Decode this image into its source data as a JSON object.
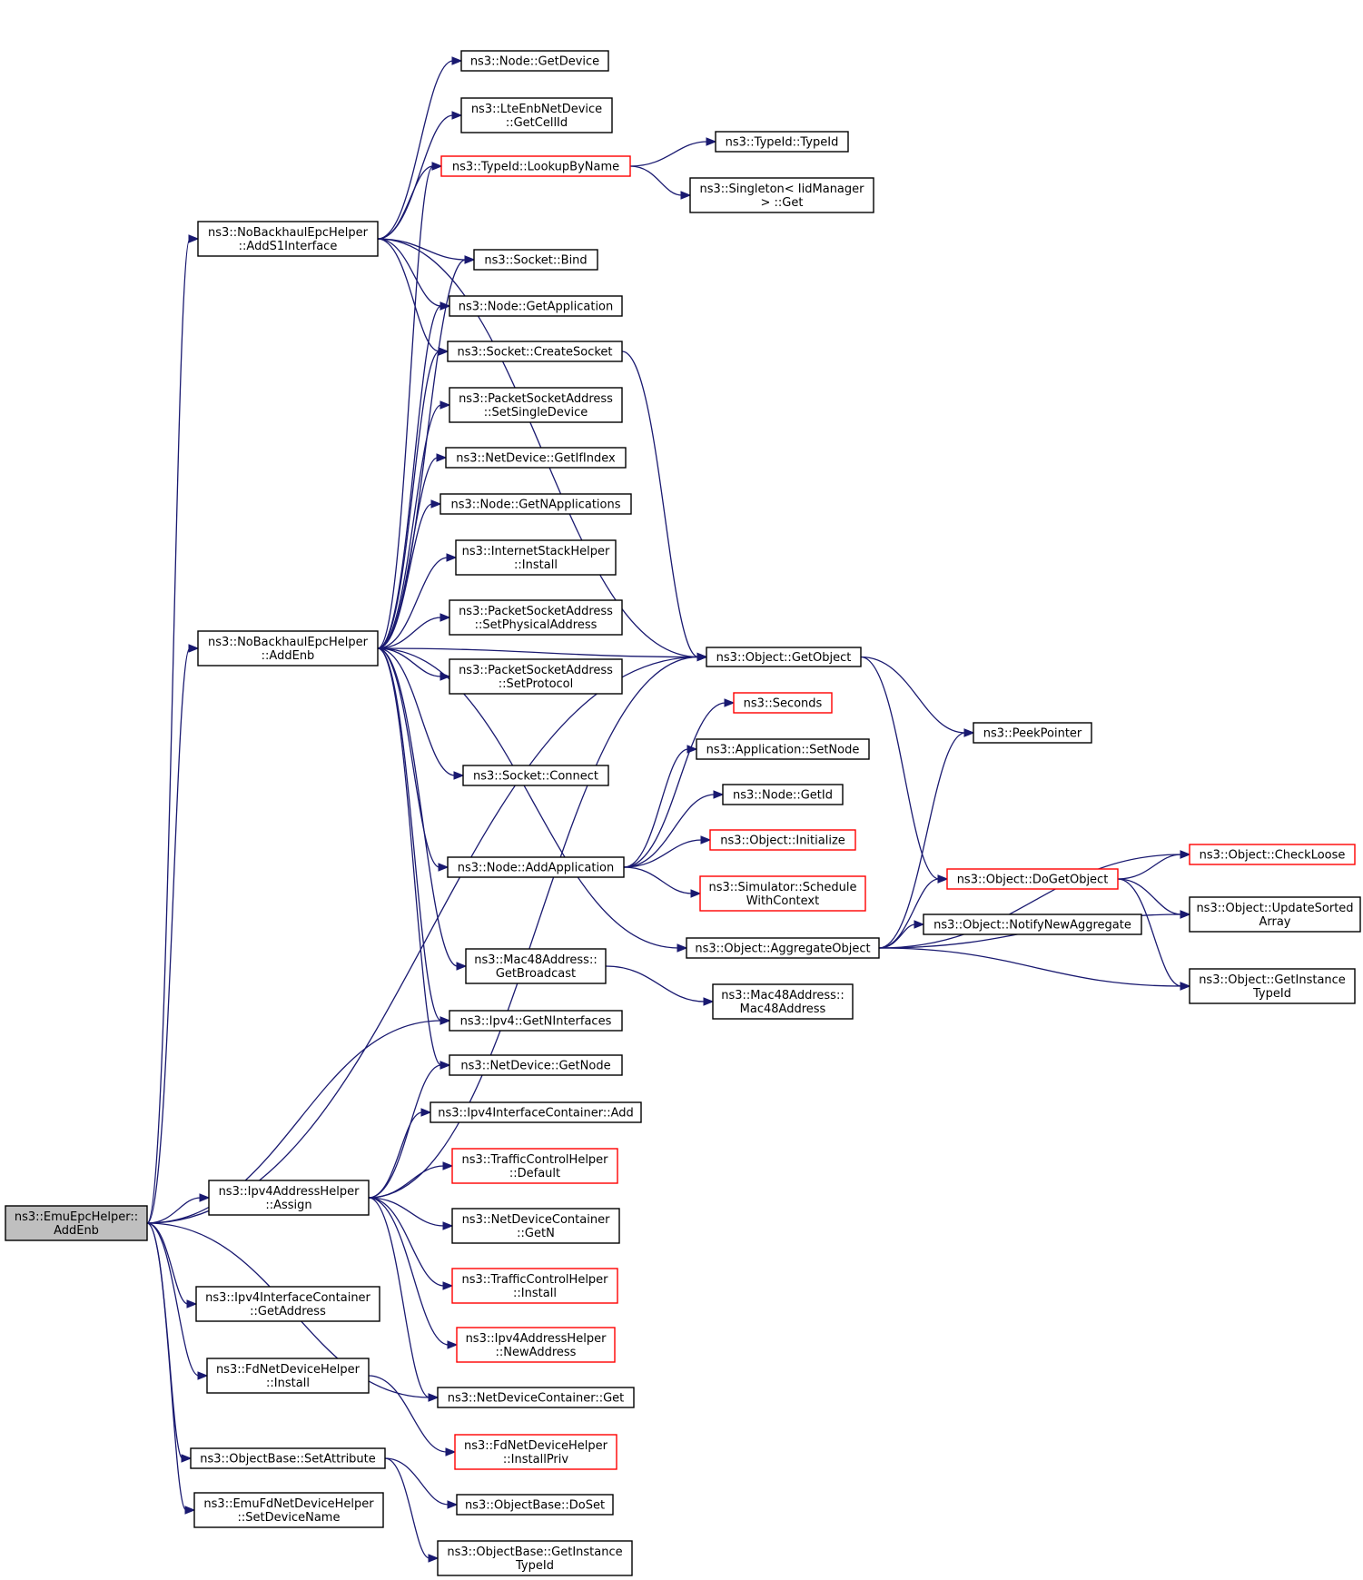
{
  "colors": {
    "edge": "#191970",
    "normal_border": "#000000",
    "red_border": "#ff0000",
    "root_fill": "#bfbfbf",
    "text": "#000000"
  },
  "nodes": [
    {
      "id": "root",
      "lines": [
        "ns3::EmuEpcHelper::",
        "AddEnb"
      ],
      "root": true
    },
    {
      "id": "addS1",
      "lines": [
        "ns3::NoBackhaulEpcHelper",
        "::AddS1Interface"
      ]
    },
    {
      "id": "addEnbNb",
      "lines": [
        "ns3::NoBackhaulEpcHelper",
        "::AddEnb"
      ]
    },
    {
      "id": "getObject",
      "lines": [
        "ns3::Object::GetObject"
      ]
    },
    {
      "id": "ipv4GetN",
      "lines": [
        "ns3::Ipv4::GetNInterfaces"
      ]
    },
    {
      "id": "ipv4Assign",
      "lines": [
        "ns3::Ipv4AddressHelper",
        "::Assign"
      ]
    },
    {
      "id": "ndcGet",
      "lines": [
        "ns3::NetDeviceContainer::Get"
      ]
    },
    {
      "id": "iicGetAddress",
      "lines": [
        "ns3::Ipv4InterfaceContainer",
        "::GetAddress"
      ]
    },
    {
      "id": "fdInstall",
      "lines": [
        "ns3::FdNetDeviceHelper",
        "::Install"
      ]
    },
    {
      "id": "obSetAttr",
      "lines": [
        "ns3::ObjectBase::SetAttribute"
      ]
    },
    {
      "id": "emuSetDevName",
      "lines": [
        "ns3::EmuFdNetDeviceHelper",
        "::SetDeviceName"
      ]
    },
    {
      "id": "nodeGetDevice",
      "lines": [
        "ns3::Node::GetDevice"
      ]
    },
    {
      "id": "lteGetCellId",
      "lines": [
        "ns3::LteEnbNetDevice",
        "::GetCellId"
      ]
    },
    {
      "id": "typeLookup",
      "lines": [
        "ns3::TypeId::LookupByName"
      ],
      "red": true
    },
    {
      "id": "sockBind",
      "lines": [
        "ns3::Socket::Bind"
      ]
    },
    {
      "id": "nodeGetApp",
      "lines": [
        "ns3::Node::GetApplication"
      ]
    },
    {
      "id": "sockCreate",
      "lines": [
        "ns3::Socket::CreateSocket"
      ]
    },
    {
      "id": "typeIdTypeId",
      "lines": [
        "ns3::TypeId::TypeId"
      ]
    },
    {
      "id": "singletonGet",
      "lines": [
        "ns3::Singleton< IidManager",
        "> ::Get"
      ]
    },
    {
      "id": "psaSetSingle",
      "lines": [
        "ns3::PacketSocketAddress",
        "::SetSingleDevice"
      ]
    },
    {
      "id": "ndGetIfIndex",
      "lines": [
        "ns3::NetDevice::GetIfIndex"
      ]
    },
    {
      "id": "nodeGetNApps",
      "lines": [
        "ns3::Node::GetNApplications"
      ]
    },
    {
      "id": "ishInstall",
      "lines": [
        "ns3::InternetStackHelper",
        "::Install"
      ]
    },
    {
      "id": "psaSetPhys",
      "lines": [
        "ns3::PacketSocketAddress",
        "::SetPhysicalAddress"
      ]
    },
    {
      "id": "psaSetProto",
      "lines": [
        "ns3::PacketSocketAddress",
        "::SetProtocol"
      ]
    },
    {
      "id": "sockConnect",
      "lines": [
        "ns3::Socket::Connect"
      ]
    },
    {
      "id": "nodeAddApp",
      "lines": [
        "ns3::Node::AddApplication"
      ]
    },
    {
      "id": "objAggregate",
      "lines": [
        "ns3::Object::AggregateObject"
      ]
    },
    {
      "id": "macGetBroadcast",
      "lines": [
        "ns3::Mac48Address::",
        "GetBroadcast"
      ]
    },
    {
      "id": "ndGetNode",
      "lines": [
        "ns3::NetDevice::GetNode"
      ]
    },
    {
      "id": "peekPointer",
      "lines": [
        "ns3::PeekPointer"
      ]
    },
    {
      "id": "objDoGetObject",
      "lines": [
        "ns3::Object::DoGetObject"
      ],
      "red": true
    },
    {
      "id": "seconds",
      "lines": [
        "ns3::Seconds"
      ],
      "red": true
    },
    {
      "id": "appSetNode",
      "lines": [
        "ns3::Application::SetNode"
      ]
    },
    {
      "id": "nodeGetId",
      "lines": [
        "ns3::Node::GetId"
      ]
    },
    {
      "id": "objInitialize",
      "lines": [
        "ns3::Object::Initialize"
      ],
      "red": true
    },
    {
      "id": "simSchedule",
      "lines": [
        "ns3::Simulator::Schedule",
        "WithContext"
      ],
      "red": true
    },
    {
      "id": "objNotify",
      "lines": [
        "ns3::Object::NotifyNewAggregate"
      ]
    },
    {
      "id": "objCheckLoose",
      "lines": [
        "ns3::Object::CheckLoose"
      ],
      "red": true
    },
    {
      "id": "objUpdateSorted",
      "lines": [
        "ns3::Object::UpdateSorted",
        "Array"
      ]
    },
    {
      "id": "objGetInstance",
      "lines": [
        "ns3::Object::GetInstance",
        "TypeId"
      ]
    },
    {
      "id": "macMac48",
      "lines": [
        "ns3::Mac48Address::",
        "Mac48Address"
      ]
    },
    {
      "id": "iicAdd",
      "lines": [
        "ns3::Ipv4InterfaceContainer::Add"
      ]
    },
    {
      "id": "tchDefault",
      "lines": [
        "ns3::TrafficControlHelper",
        "::Default"
      ],
      "red": true
    },
    {
      "id": "ndcGetN",
      "lines": [
        "ns3::NetDeviceContainer",
        "::GetN"
      ]
    },
    {
      "id": "tchInstall",
      "lines": [
        "ns3::TrafficControlHelper",
        "::Install"
      ],
      "red": true
    },
    {
      "id": "ipv4NewAddr",
      "lines": [
        "ns3::Ipv4AddressHelper",
        "::NewAddress"
      ],
      "red": true
    },
    {
      "id": "fdInstallPriv",
      "lines": [
        "ns3::FdNetDeviceHelper",
        "::InstallPriv"
      ],
      "red": true
    },
    {
      "id": "obDoSet",
      "lines": [
        "ns3::ObjectBase::DoSet"
      ]
    },
    {
      "id": "obGetInstance",
      "lines": [
        "ns3::ObjectBase::GetInstance",
        "TypeId"
      ]
    }
  ],
  "edges": [
    [
      "root",
      "addS1"
    ],
    [
      "root",
      "addEnbNb"
    ],
    [
      "root",
      "getObject"
    ],
    [
      "root",
      "ipv4GetN"
    ],
    [
      "root",
      "ipv4Assign"
    ],
    [
      "root",
      "ndcGet"
    ],
    [
      "root",
      "iicGetAddress"
    ],
    [
      "root",
      "fdInstall"
    ],
    [
      "root",
      "obSetAttr"
    ],
    [
      "root",
      "emuSetDevName"
    ],
    [
      "addS1",
      "nodeGetDevice"
    ],
    [
      "addS1",
      "lteGetCellId"
    ],
    [
      "addS1",
      "typeLookup"
    ],
    [
      "addS1",
      "sockBind"
    ],
    [
      "addS1",
      "nodeGetApp"
    ],
    [
      "addS1",
      "sockCreate"
    ],
    [
      "addS1",
      "getObject"
    ],
    [
      "typeLookup",
      "typeIdTypeId"
    ],
    [
      "typeLookup",
      "singletonGet"
    ],
    [
      "sockCreate",
      "getObject"
    ],
    [
      "addEnbNb",
      "typeLookup"
    ],
    [
      "addEnbNb",
      "sockBind"
    ],
    [
      "addEnbNb",
      "nodeGetApp"
    ],
    [
      "addEnbNb",
      "sockCreate"
    ],
    [
      "addEnbNb",
      "psaSetSingle"
    ],
    [
      "addEnbNb",
      "ndGetIfIndex"
    ],
    [
      "addEnbNb",
      "nodeGetNApps"
    ],
    [
      "addEnbNb",
      "ishInstall"
    ],
    [
      "addEnbNb",
      "psaSetPhys"
    ],
    [
      "addEnbNb",
      "psaSetProto"
    ],
    [
      "addEnbNb",
      "getObject"
    ],
    [
      "addEnbNb",
      "sockConnect"
    ],
    [
      "addEnbNb",
      "nodeAddApp"
    ],
    [
      "addEnbNb",
      "objAggregate"
    ],
    [
      "addEnbNb",
      "macGetBroadcast"
    ],
    [
      "addEnbNb",
      "ipv4GetN"
    ],
    [
      "addEnbNb",
      "ndGetNode"
    ],
    [
      "getObject",
      "peekPointer"
    ],
    [
      "getObject",
      "objDoGetObject"
    ],
    [
      "nodeAddApp",
      "seconds"
    ],
    [
      "nodeAddApp",
      "appSetNode"
    ],
    [
      "nodeAddApp",
      "nodeGetId"
    ],
    [
      "nodeAddApp",
      "objInitialize"
    ],
    [
      "nodeAddApp",
      "simSchedule"
    ],
    [
      "objAggregate",
      "objDoGetObject"
    ],
    [
      "objAggregate",
      "objNotify"
    ],
    [
      "objAggregate",
      "objCheckLoose"
    ],
    [
      "objAggregate",
      "objUpdateSorted"
    ],
    [
      "objAggregate",
      "objGetInstance"
    ],
    [
      "objAggregate",
      "peekPointer"
    ],
    [
      "objDoGetObject",
      "objCheckLoose"
    ],
    [
      "objDoGetObject",
      "objUpdateSorted"
    ],
    [
      "objDoGetObject",
      "objGetInstance"
    ],
    [
      "macGetBroadcast",
      "macMac48"
    ],
    [
      "ipv4Assign",
      "ndGetNode"
    ],
    [
      "ipv4Assign",
      "iicAdd"
    ],
    [
      "ipv4Assign",
      "tchDefault"
    ],
    [
      "ipv4Assign",
      "ndcGetN"
    ],
    [
      "ipv4Assign",
      "tchInstall"
    ],
    [
      "ipv4Assign",
      "ipv4NewAddr"
    ],
    [
      "ipv4Assign",
      "ndcGet"
    ],
    [
      "ipv4Assign",
      "getObject"
    ],
    [
      "fdInstall",
      "fdInstallPriv"
    ],
    [
      "obSetAttr",
      "obDoSet"
    ],
    [
      "obSetAttr",
      "obGetInstance"
    ]
  ]
}
